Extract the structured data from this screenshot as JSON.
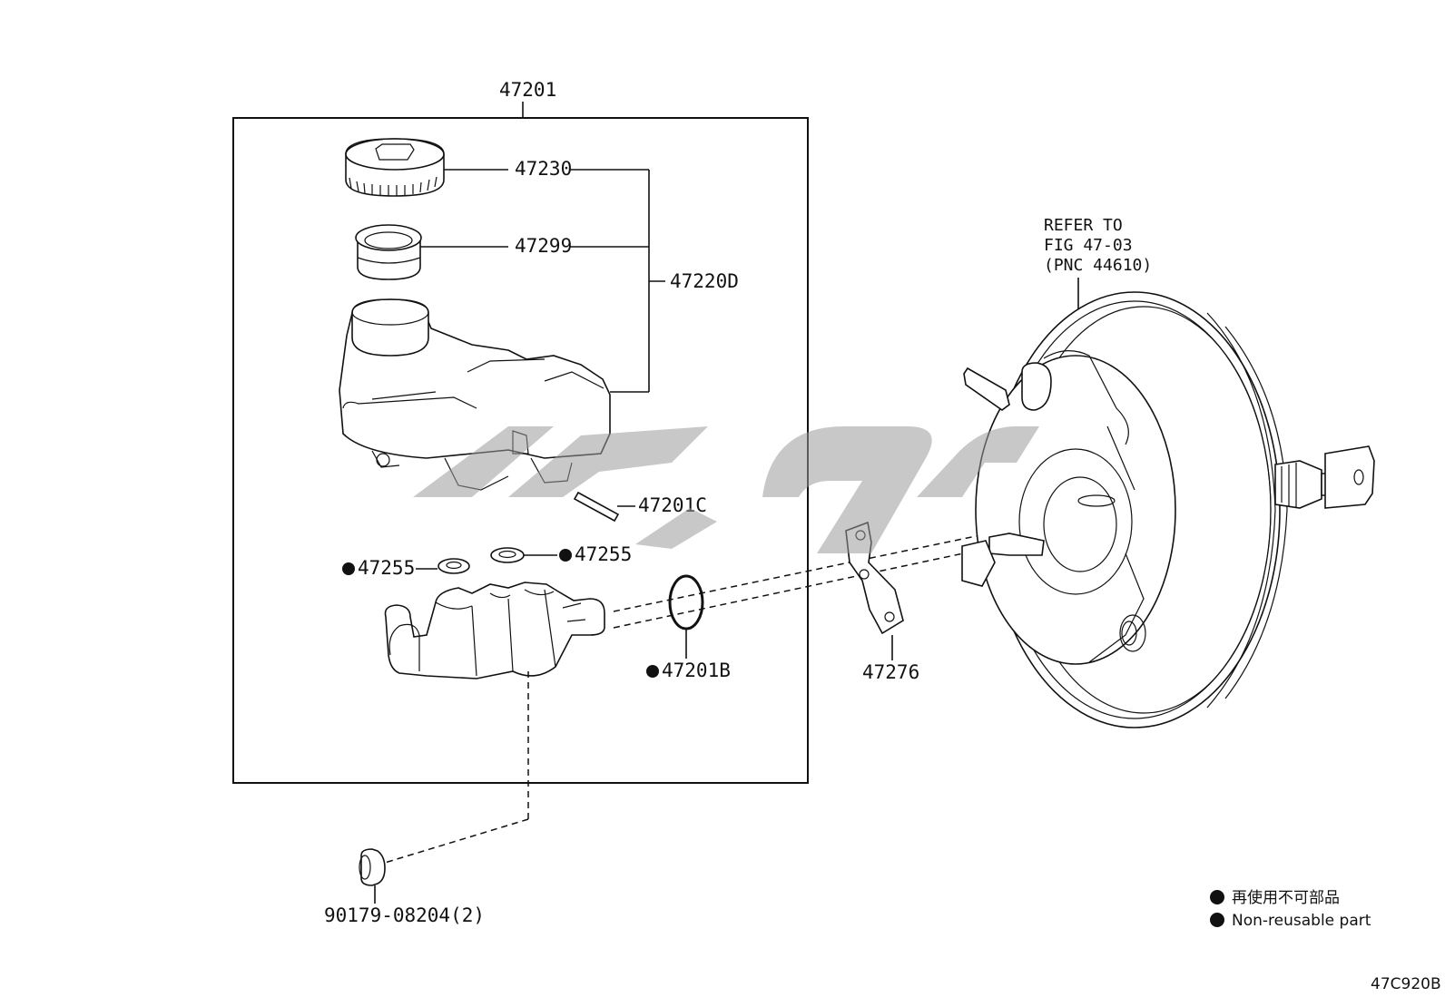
{
  "diagram": {
    "assembly_label": "47201",
    "parts": {
      "cap": "47230",
      "strainer": "47299",
      "reservoir": "47220D",
      "pin": "47201C",
      "grommet_left": "47255",
      "grommet_right": "47255",
      "o_ring": "47201B",
      "gasket": "47276",
      "plug": "90179-08204(2)"
    },
    "refer_note": [
      "REFER TO",
      "FIG 47-03",
      "(PNC 44610)"
    ],
    "legend": [
      {
        "marker": "filled-dot",
        "text": "再使用不可部品"
      },
      {
        "marker": "filled-dot",
        "text": "Non-reusable part"
      }
    ],
    "figure_code": "47C920B"
  }
}
